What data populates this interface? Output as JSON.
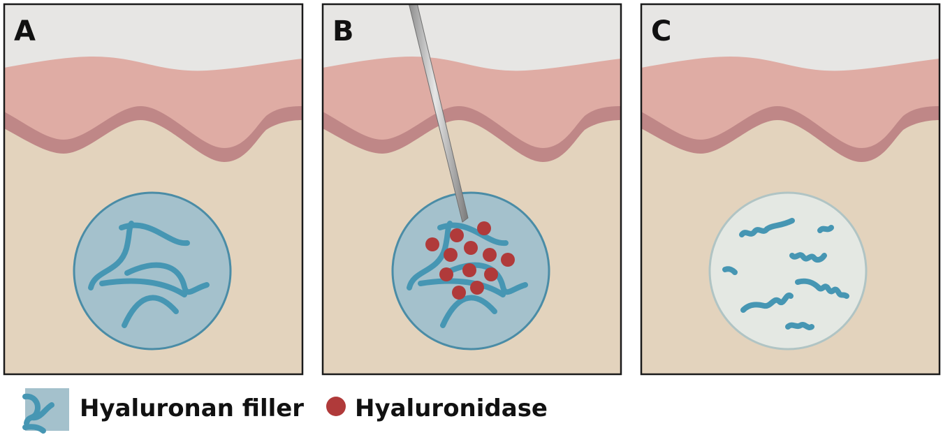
{
  "panels": [
    {
      "label": "A",
      "stage": "filler"
    },
    {
      "label": "B",
      "stage": "injection"
    },
    {
      "label": "C",
      "stage": "degraded"
    }
  ],
  "legend": {
    "filler_label": "Hyaluronan filler",
    "enzyme_label": "Hyaluronidase"
  },
  "colors": {
    "air": "#e7e6e4",
    "epidermis": "#dfaca4",
    "basal_layer": "#bf8787",
    "dermis": "#e3d3bd",
    "filler_fill": "#a4c1cc",
    "filler_stroke": "#4a8ca6",
    "strand": "#4696b3",
    "enzyme": "#b03a3a",
    "degraded_fill": "#e4e8e3"
  }
}
